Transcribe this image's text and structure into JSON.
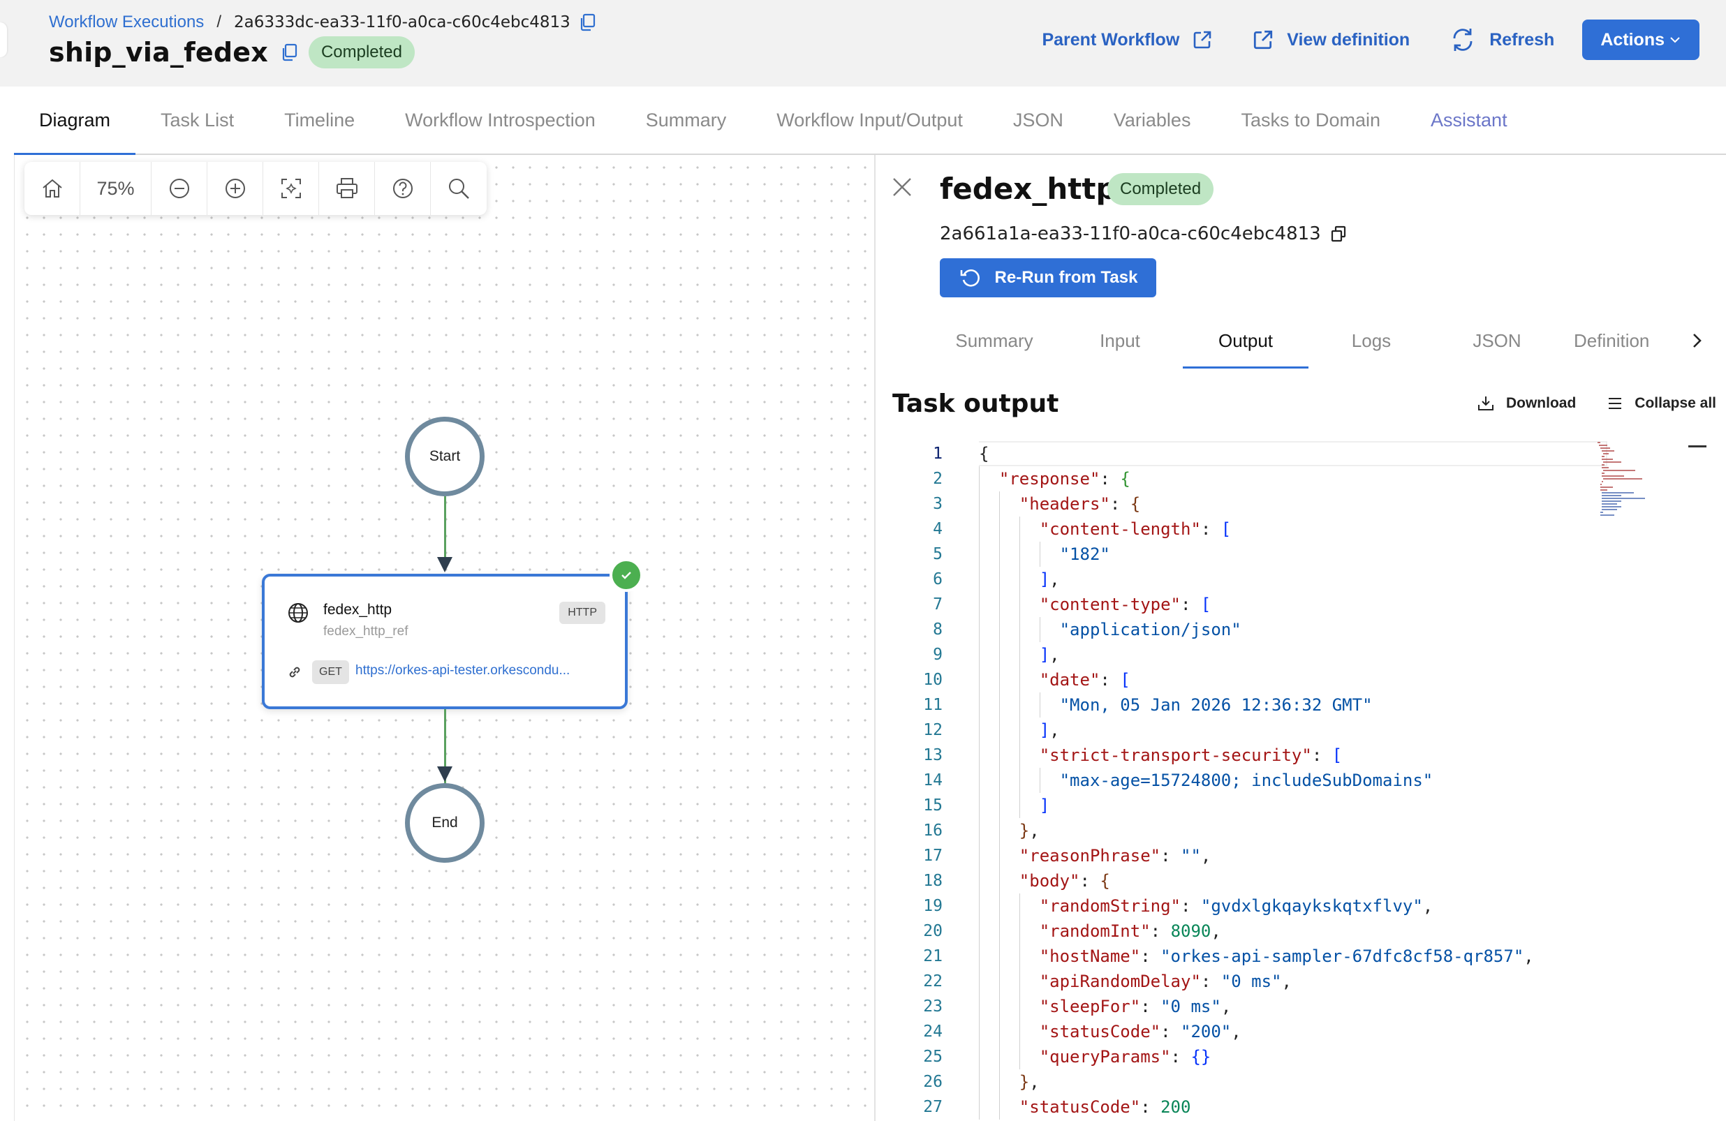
{
  "header": {
    "breadcrumb_link": "Workflow Executions",
    "breadcrumb_sep": "/",
    "execution_id": "2a6333dc-ea33-11f0-a0ca-c60c4ebc4813",
    "workflow_name": "ship_via_fedex",
    "status": "Completed",
    "parent_workflow_label": "Parent Workflow",
    "view_definition_label": "View definition",
    "refresh_label": "Refresh",
    "actions_label": "Actions"
  },
  "main_tabs": [
    "Diagram",
    "Task List",
    "Timeline",
    "Workflow Introspection",
    "Summary",
    "Workflow Input/Output",
    "JSON",
    "Variables",
    "Tasks to Domain",
    "Assistant"
  ],
  "canvas": {
    "zoom": "75%",
    "start_label": "Start",
    "end_label": "End",
    "task": {
      "name": "fedex_http",
      "ref": "fedex_http_ref",
      "type": "HTTP",
      "method": "GET",
      "url": "https://orkes-api-tester.orkescondu..."
    }
  },
  "panel": {
    "task_name": "fedex_http",
    "status": "Completed",
    "task_id": "2a661a1a-ea33-11f0-a0ca-c60c4ebc4813",
    "rerun_label": "Re-Run from Task",
    "tabs": [
      "Summary",
      "Input",
      "Output",
      "Logs",
      "JSON",
      "Definition"
    ],
    "active_tab": "Output",
    "output_title": "Task output",
    "download_label": "Download",
    "collapse_label": "Collapse all"
  },
  "colors": {
    "accent": "#2f6fd6",
    "link": "#2f6fd0",
    "badge_bg": "#bfe6c4",
    "edge": "#5aa15f",
    "node_ring": "#6f8a9e",
    "json_key": "#a31515",
    "json_string": "#0451a5",
    "json_number": "#098658"
  },
  "icons": [
    "copy-icon",
    "external-link-icon",
    "open-in-new-icon",
    "refresh-icon",
    "chevron-down-icon",
    "home-icon",
    "zoom-out-icon",
    "zoom-in-icon",
    "fit-view-icon",
    "print-icon",
    "help-icon",
    "search-icon",
    "globe-icon",
    "link-icon",
    "check-icon",
    "close-icon",
    "rerun-icon",
    "chevron-right-icon",
    "download-icon",
    "collapse-icon"
  ],
  "code_lines": [
    [
      [
        "p",
        "{"
      ]
    ],
    [
      [
        "k",
        "\"response\""
      ],
      [
        "p",
        ": "
      ],
      [
        "b2",
        "{"
      ]
    ],
    [
      [
        "k",
        "\"headers\""
      ],
      [
        "p",
        ": "
      ],
      [
        "b3",
        "{"
      ]
    ],
    [
      [
        "k",
        "\"content-length\""
      ],
      [
        "p",
        ": "
      ],
      [
        "b1",
        "["
      ]
    ],
    [
      [
        "s",
        "\"182\""
      ]
    ],
    [
      [
        "b1",
        "]"
      ],
      [
        "p",
        ","
      ]
    ],
    [
      [
        "k",
        "\"content-type\""
      ],
      [
        "p",
        ": "
      ],
      [
        "b1",
        "["
      ]
    ],
    [
      [
        "s",
        "\"application/json\""
      ]
    ],
    [
      [
        "b1",
        "]"
      ],
      [
        "p",
        ","
      ]
    ],
    [
      [
        "k",
        "\"date\""
      ],
      [
        "p",
        ": "
      ],
      [
        "b1",
        "["
      ]
    ],
    [
      [
        "s",
        "\"Mon, 05 Jan 2026 12:36:32 GMT\""
      ]
    ],
    [
      [
        "b1",
        "]"
      ],
      [
        "p",
        ","
      ]
    ],
    [
      [
        "k",
        "\"strict-transport-security\""
      ],
      [
        "p",
        ": "
      ],
      [
        "b1",
        "["
      ]
    ],
    [
      [
        "s",
        "\"max-age=15724800; includeSubDomains\""
      ]
    ],
    [
      [
        "b1",
        "]"
      ]
    ],
    [
      [
        "b3",
        "}"
      ],
      [
        "p",
        ","
      ]
    ],
    [
      [
        "k",
        "\"reasonPhrase\""
      ],
      [
        "p",
        ": "
      ],
      [
        "s",
        "\"\""
      ],
      [
        "p",
        ","
      ]
    ],
    [
      [
        "k",
        "\"body\""
      ],
      [
        "p",
        ": "
      ],
      [
        "b3",
        "{"
      ]
    ],
    [
      [
        "k",
        "\"randomString\""
      ],
      [
        "p",
        ": "
      ],
      [
        "s",
        "\"gvdxlgkqaykskqtxflvy\""
      ],
      [
        "p",
        ","
      ]
    ],
    [
      [
        "k",
        "\"randomInt\""
      ],
      [
        "p",
        ": "
      ],
      [
        "n",
        "8090"
      ],
      [
        "p",
        ","
      ]
    ],
    [
      [
        "k",
        "\"hostName\""
      ],
      [
        "p",
        ": "
      ],
      [
        "s",
        "\"orkes-api-sampler-67dfc8cf58-qr857\""
      ],
      [
        "p",
        ","
      ]
    ],
    [
      [
        "k",
        "\"apiRandomDelay\""
      ],
      [
        "p",
        ": "
      ],
      [
        "s",
        "\"0 ms\""
      ],
      [
        "p",
        ","
      ]
    ],
    [
      [
        "k",
        "\"sleepFor\""
      ],
      [
        "p",
        ": "
      ],
      [
        "s",
        "\"0 ms\""
      ],
      [
        "p",
        ","
      ]
    ],
    [
      [
        "k",
        "\"statusCode\""
      ],
      [
        "p",
        ": "
      ],
      [
        "s",
        "\"200\""
      ],
      [
        "p",
        ","
      ]
    ],
    [
      [
        "k",
        "\"queryParams\""
      ],
      [
        "p",
        ": "
      ],
      [
        "b1",
        "{}"
      ]
    ],
    [
      [
        "b3",
        "}"
      ],
      [
        "p",
        ","
      ]
    ],
    [
      [
        "k",
        "\"statusCode\""
      ],
      [
        "p",
        ": "
      ],
      [
        "n",
        "200"
      ]
    ]
  ]
}
